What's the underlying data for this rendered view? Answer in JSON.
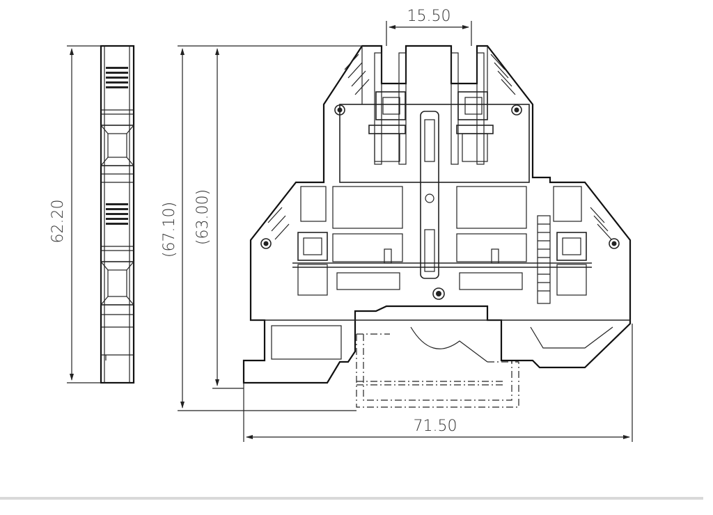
{
  "dimensions": {
    "top_width": "15.50",
    "side_height": "62.20",
    "total_height": "(67.10)",
    "body_height": "(63.00)",
    "total_width": "71.50"
  }
}
